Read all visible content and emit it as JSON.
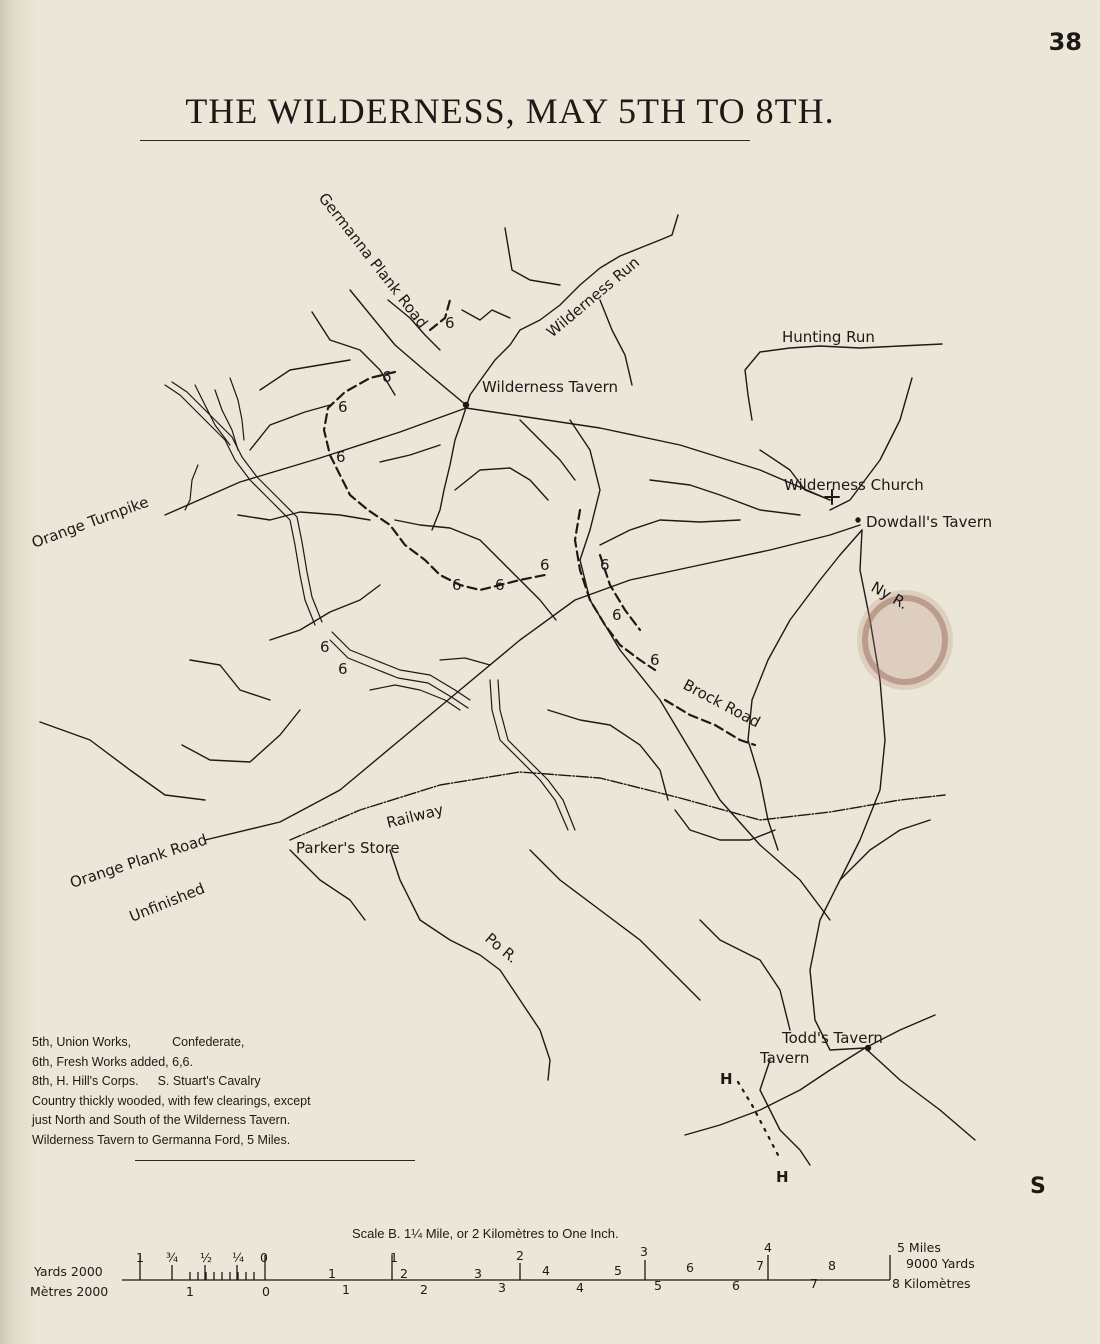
{
  "page": {
    "number": "38"
  },
  "title": "THE WILDERNESS, MAY 5TH TO 8TH.",
  "places": {
    "germanna_plank_road": "Germanna Plank Road",
    "wilderness_run": "Wilderness Run",
    "hunting_run": "Hunting Run",
    "wilderness_tavern": "Wilderness Tavern",
    "orange_turnpike": "Orange Turnpike",
    "wilderness_church": "Wilderness Church",
    "dowdalls_tavern": "Dowdall's Tavern",
    "ny_river": "Ny R.",
    "brock_road": "Brock Road",
    "orange_plank_road": "Orange Plank Road",
    "railway": "Railway",
    "parkers_store": "Parker's Store",
    "unfinished": "Unfinished",
    "po_river": "Po R.",
    "todds_tavern": "Todd's Tavern",
    "hill_mark": "H",
    "stuart_mark": "S",
    "fresh_work_mark": "6"
  },
  "legend": {
    "line1_a": "5th, Union Works,",
    "line1_b": "Confederate,",
    "line2": "6th, Fresh Works added, 6,6.",
    "line3_a": "8th, H. Hill's Corps.",
    "line3_b": "S. Stuart's Cavalry",
    "line4": "Country thickly wooded, with few clearings, except",
    "line5": "just North and South of the Wilderness Tavern.",
    "line6": "Wilderness Tavern to Germanna Ford, 5 Miles."
  },
  "scale": {
    "caption": "Scale B.  1¼ Mile, or 2 Kilomètres to One Inch.",
    "yards_label": "Yards 2000",
    "metres_label": "Mètres 2000",
    "miles_unit": "5 Miles",
    "yards_unit": "9000 Yards",
    "km_unit": "8 Kilomètres",
    "mile_ticks": [
      "1",
      "¾",
      "½",
      "¼",
      "0",
      "1",
      "2",
      "3",
      "4"
    ],
    "yard_ticks": [
      "1",
      "2",
      "3",
      "4",
      "5",
      "6",
      "7",
      "8"
    ],
    "km_ticks": [
      "1",
      "0",
      "1",
      "2",
      "3",
      "4",
      "5",
      "6",
      "7"
    ]
  },
  "colors": {
    "paper": "#ebe6d7",
    "ink": "#1c1a17",
    "stain": "#9a6a5a"
  }
}
